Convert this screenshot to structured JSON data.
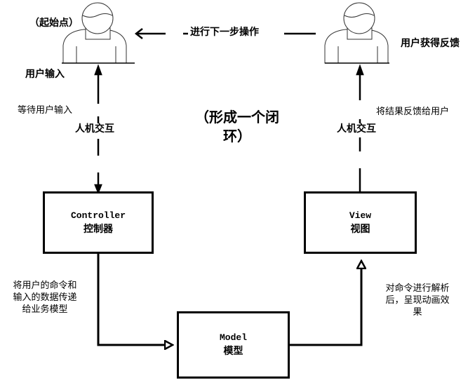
{
  "diagram": {
    "title_center": [
      "（形成一个闭",
      "环）"
    ],
    "actors": {
      "start_user": {
        "label": "（起始点）",
        "caption": "用户输入"
      },
      "end_user": {
        "caption": "用户获得反馈"
      }
    },
    "top_arrow_label": "进行下一步操作",
    "left_link": {
      "note": "等待用户输入",
      "label": "人机交互"
    },
    "right_link": {
      "note": "将结果反馈给用户",
      "label": "人机交互"
    },
    "boxes": {
      "controller": {
        "en": "Controller",
        "zh": "控制器"
      },
      "view": {
        "en": "View",
        "zh": "视图"
      },
      "model": {
        "en": "Model",
        "zh": "模型"
      }
    },
    "controller_to_model_note": [
      "将用户的命令和",
      "输入的数据传递",
      "给业务模型"
    ],
    "model_to_view_note": [
      "对命令进行解析",
      "后，呈现动画效",
      "果"
    ]
  }
}
